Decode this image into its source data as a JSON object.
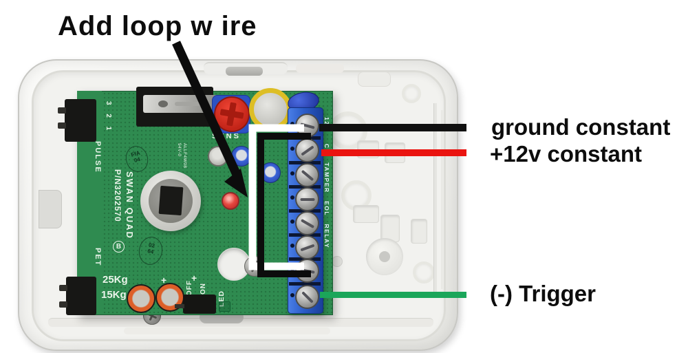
{
  "annotations": {
    "title": "Add loop w ire",
    "ground_label": "ground constant",
    "power_label": "+12v constant",
    "trigger_label": "(-) Trigger"
  },
  "wire_colors": {
    "ground": "#111111",
    "power": "#ea1410",
    "trigger": "#1ba65a",
    "loop_wire": "#0c0c0c",
    "loop_outline": "#ffffff"
  },
  "pcb": {
    "board_name": "SWAN QUAD",
    "part_number": "P/N3202570",
    "revision": "B",
    "color": "#2f8b50",
    "terminal_block_color": "#2b5cc8",
    "silkscreen": {
      "jumper_scale": "3 2 1",
      "pulse": "PULSE",
      "pet": "PET",
      "sens": "SENS",
      "ul_line1": "ALLF4W08",
      "ul_line2": "94V-0",
      "weight_high": "25Kg",
      "weight_low": "15Kg",
      "plus_a": "+",
      "plus_b": "+",
      "switch_off": "OFF",
      "switch_on": "ON",
      "led": "LED",
      "terminal_labels": "12V     CO   TAMPER   EOL   RELAY",
      "stamp_top_line1": "FfA",
      "stamp_top_line2": "04",
      "stamp_bottom_line1": "02",
      "stamp_bottom_line2": "64"
    }
  }
}
